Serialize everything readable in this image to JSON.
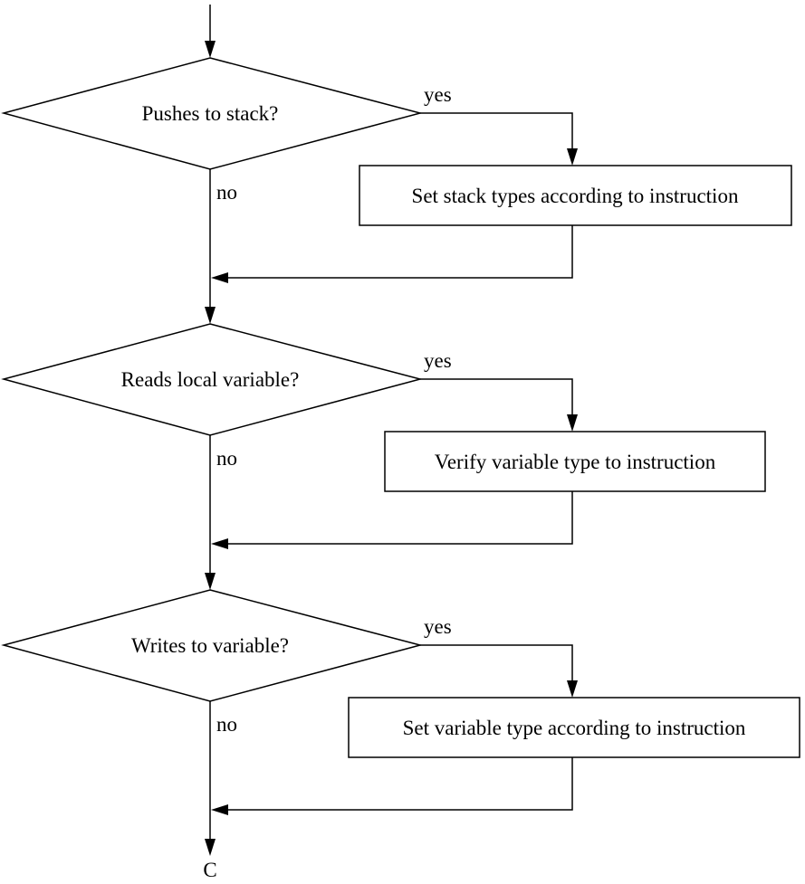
{
  "decisions": [
    {
      "question": "Pushes to stack?",
      "yes_label": "yes",
      "no_label": "no"
    },
    {
      "question": "Reads local variable?",
      "yes_label": "yes",
      "no_label": "no"
    },
    {
      "question": "Writes to variable?",
      "yes_label": "yes",
      "no_label": "no"
    }
  ],
  "actions": [
    {
      "text": "Set stack types according to instruction"
    },
    {
      "text": "Verify variable type to instruction"
    },
    {
      "text": "Set variable type according to instruction"
    }
  ],
  "connector": {
    "label": "C"
  }
}
